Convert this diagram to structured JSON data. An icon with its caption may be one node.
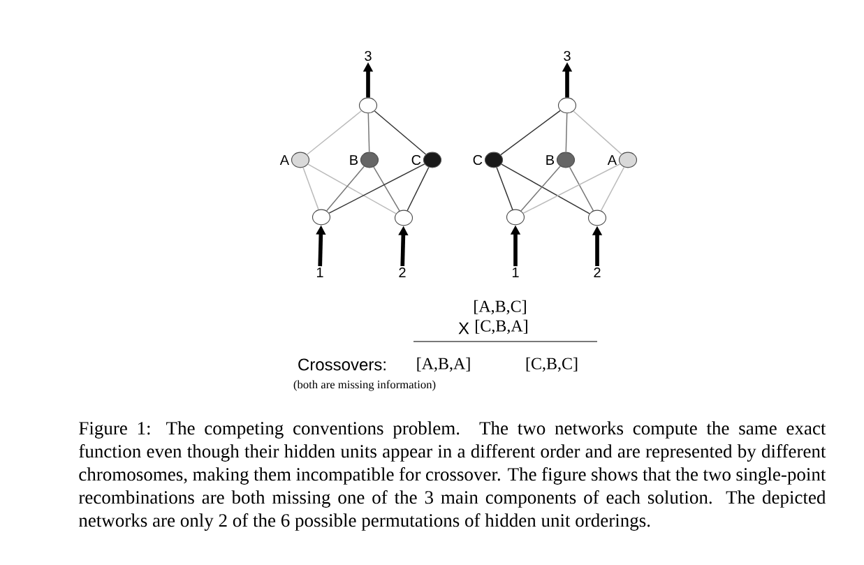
{
  "diagram": {
    "caption": "Figure 1: The competing conventions problem. The two networks compute the same exact function even though their hidden units appear in a different order and are represented by different chromosomes, making them incompatible for crossover. The figure shows that the two single-point recombinations are both missing one of the 3 main components of each solution. The depicted networks are only 2 of the 6 possible permutations of hidden unit orderings.",
    "nodes": [
      {
        "text": [
          "3"
        ]
      },
      {
        "text": [],
        "shape": "circle"
      },
      {
        "text": [],
        "shape": "circle",
        "beside": [
          "A"
        ]
      },
      {
        "text": [],
        "shape": "circle",
        "beside": [
          "B"
        ]
      },
      {
        "text": [],
        "shape": "circle",
        "beside": [
          "C"
        ]
      },
      {
        "text": [],
        "shape": "circle"
      },
      {
        "text": [],
        "shape": "circle"
      },
      {
        "text": [
          "1"
        ]
      },
      {
        "text": [
          "2"
        ]
      },
      {
        "text": [
          "3"
        ]
      },
      {
        "text": [],
        "shape": "circle"
      },
      {
        "text": [],
        "shape": "circle",
        "beside": [
          "C"
        ]
      },
      {
        "text": [],
        "shape": "circle",
        "beside": [
          "B"
        ]
      },
      {
        "text": [],
        "shape": "circle",
        "beside": [
          "A"
        ]
      },
      {
        "text": [],
        "shape": "circle"
      },
      {
        "text": [],
        "shape": "circle"
      },
      {
        "text": [
          "1"
        ]
      },
      {
        "text": [
          "2"
        ]
      }
    ],
    "edges": [
      {
        "from": 1,
        "to": 0,
        "arrow": "to",
        "style": "thick"
      },
      {
        "from": 2,
        "to": 1,
        "arrow": "none",
        "color": "#bbbbbb"
      },
      {
        "from": 3,
        "to": 1,
        "arrow": "none",
        "color": "#777777"
      },
      {
        "from": 4,
        "to": 1,
        "arrow": "none",
        "color": "#333333"
      },
      {
        "from": 5,
        "to": 2,
        "arrow": "none",
        "color": "#bbbbbb"
      },
      {
        "from": 6,
        "to": 2,
        "arrow": "none",
        "color": "#bbbbbb"
      },
      {
        "from": 5,
        "to": 3,
        "arrow": "none",
        "color": "#777777"
      },
      {
        "from": 6,
        "to": 3,
        "arrow": "none",
        "color": "#777777"
      },
      {
        "from": 5,
        "to": 4,
        "arrow": "none",
        "color": "#333333"
      },
      {
        "from": 6,
        "to": 4,
        "arrow": "none",
        "color": "#333333"
      },
      {
        "from": 7,
        "to": 5,
        "arrow": "to",
        "style": "thick"
      },
      {
        "from": 8,
        "to": 6,
        "arrow": "to",
        "style": "thick"
      },
      {
        "from": 10,
        "to": 9,
        "arrow": "to",
        "style": "thick"
      },
      {
        "from": 11,
        "to": 10,
        "arrow": "none",
        "color": "#333333"
      },
      {
        "from": 12,
        "to": 10,
        "arrow": "none",
        "color": "#777777"
      },
      {
        "from": 13,
        "to": 10,
        "arrow": "none",
        "color": "#bbbbbb"
      },
      {
        "from": 14,
        "to": 11,
        "arrow": "none",
        "color": "#333333"
      },
      {
        "from": 15,
        "to": 11,
        "arrow": "none",
        "color": "#333333"
      },
      {
        "from": 14,
        "to": 12,
        "arrow": "none",
        "color": "#777777"
      },
      {
        "from": 15,
        "to": 12,
        "arrow": "none",
        "color": "#777777"
      },
      {
        "from": 14,
        "to": 13,
        "arrow": "none",
        "color": "#bbbbbb"
      },
      {
        "from": 15,
        "to": 13,
        "arrow": "none",
        "color": "#bbbbbb"
      },
      {
        "from": 16,
        "to": 14,
        "arrow": "to",
        "style": "thick"
      },
      {
        "from": 17,
        "to": 15,
        "arrow": "to",
        "style": "thick"
      }
    ],
    "labels": [
      "[A,B,C]",
      "X",
      "[C,B,A]",
      "Crossovers:",
      "[A,B,A]",
      "[C,B,C]",
      "(both are missing information)"
    ]
  }
}
